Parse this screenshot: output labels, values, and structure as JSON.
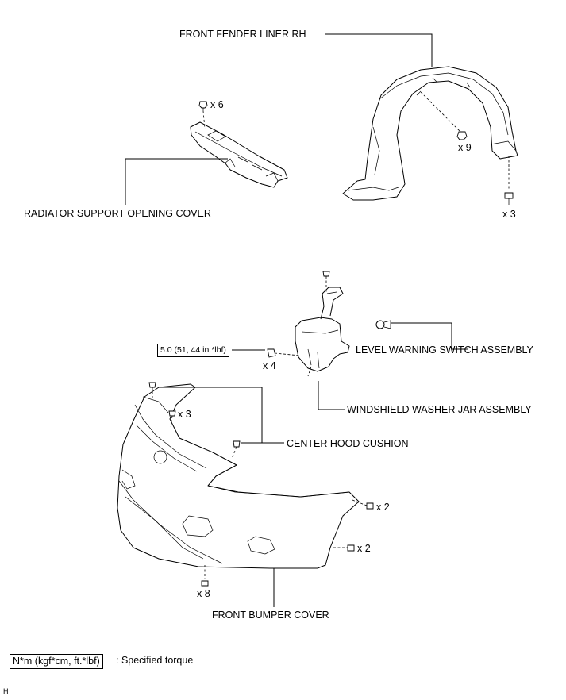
{
  "labels": {
    "fender_liner": "FRONT FENDER LINER RH",
    "radiator_cover": "RADIATOR SUPPORT OPENING COVER",
    "level_switch": "LEVEL WARNING SWITCH ASSEMBLY",
    "washer_jar": "WINDSHIELD WASHER JAR ASSEMBLY",
    "hood_cushion": "CENTER HOOD CUSHION",
    "bumper_cover": "FRONT BUMPER COVER"
  },
  "quantities": {
    "radiator_clips": "x 6",
    "fender_clips": "x 9",
    "fender_screws": "x 3",
    "jar_bolts": "x 4",
    "bumper_top_screws": "x 3",
    "bumper_side_screws_upper": "x 2",
    "bumper_side_screws_lower": "x 2",
    "bumper_bottom_screws": "x 8"
  },
  "torque": {
    "jar_bolt": "5.0 (51, 44 in.*lbf)"
  },
  "legend": {
    "box": "N*m (kgf*cm, ft.*lbf)",
    "text": ": Specified torque"
  },
  "footer": {
    "corner_mark": "H"
  }
}
